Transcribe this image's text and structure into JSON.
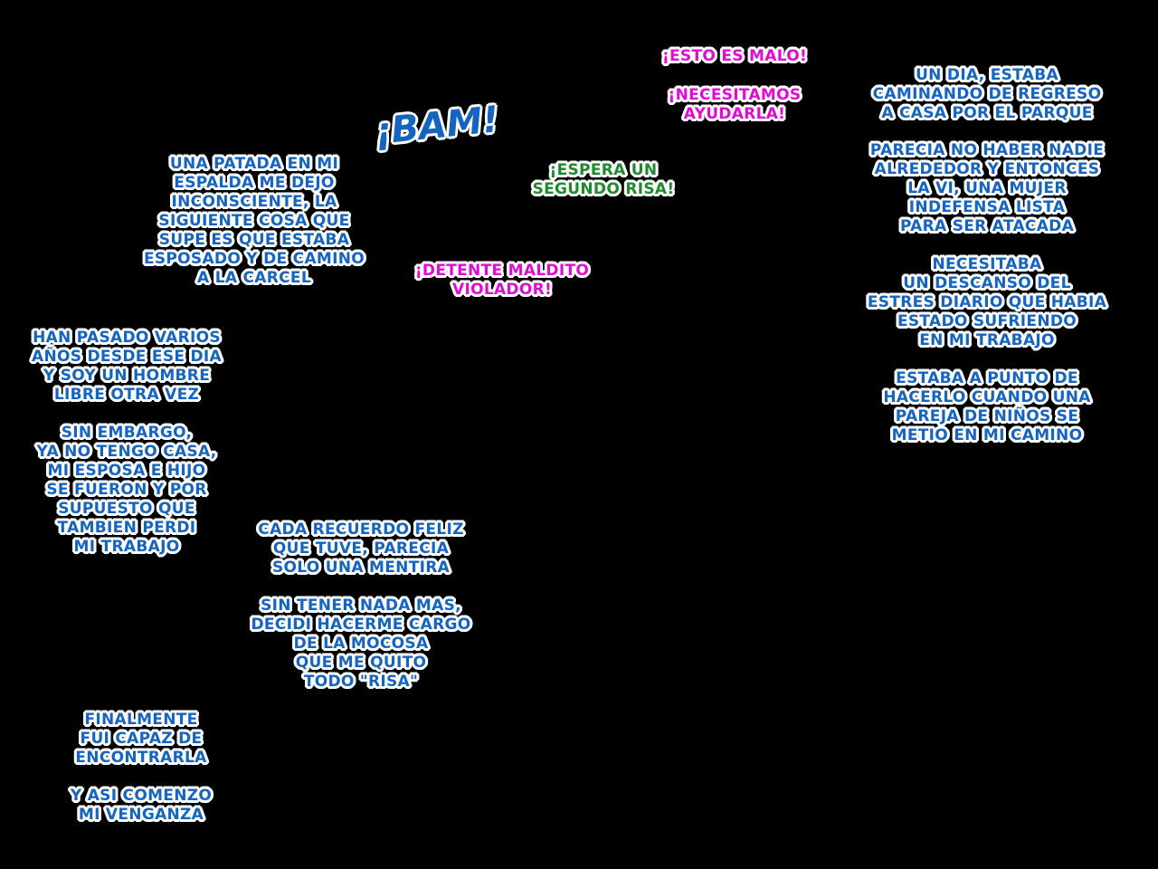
{
  "colors": {
    "background": "#000000",
    "narration": "#1565c0",
    "shout": "#e20bd6",
    "dialogue": "#1e8a2a",
    "outline": "#ffffff"
  },
  "sfx": {
    "bam": "¡BAM!"
  },
  "dialogue": {
    "esto_es_malo": "¡ESTO ES MALO!",
    "necesitamos": "¡NECESITAMOS\nAYUDARLA!",
    "espera": "¡ESPERA UN\nSEGUNDO RISA!",
    "detente": "¡DETENTE MALDITO\nVIOLADOR!"
  },
  "narration": {
    "un_dia": "UN DIA, ESTABA\nCAMINANDO DE REGRESO\nA CASA POR EL PARQUE",
    "parecia": "PARECIA NO HABER NADIE\nALREDEDOR Y ENTONCES\nLA VI, UNA MUJER\nINDEFENSA LISTA\nPARA SER ATACADA",
    "necesitaba": "NECESITABA\nUN DESCANSO DEL\nESTRES DIARIO QUE HABIA\nESTADO SUFRIENDO\nEN MI TRABAJO",
    "estaba_a_punto": "ESTABA A PUNTO DE\nHACERLO CUANDO UNA\nPAREJA DE NIÑOS SE\nMETIO EN MI CAMINO",
    "una_patada": "UNA PATADA EN MI\nESPALDA ME DEJO\nINCONSCIENTE, LA\nSIGUIENTE COSA QUE\nSUPE ES QUE ESTABA\nESPOSADO Y DE CAMINO\nA LA CARCEL",
    "han_pasado": "HAN PASADO VARIOS\nAÑOS DESDE ESE DIA\nY SOY UN HOMBRE\nLIBRE OTRA VEZ",
    "sin_embargo": "SIN EMBARGO,\nYA NO TENGO CASA,\nMI ESPOSA E HIJO\nSE FUERON Y POR\nSUPUESTO QUE\nTAMBIEN PERDI\nMI TRABAJO",
    "cada_recuerdo": "CADA RECUERDO FELIZ\nQUE TUVE, PARECIA\nSOLO UNA MENTIRA",
    "sin_tener": "SIN TENER NADA MAS,\nDECIDI HACERME CARGO\nDE LA MOCOSA\nQUE ME QUITO\nTODO \"RISA\"",
    "finalmente": "FINALMENTE\nFUI CAPAZ DE\nENCONTRARLA",
    "y_asi": "Y ASI COMENZO\nMI VENGANZA"
  }
}
